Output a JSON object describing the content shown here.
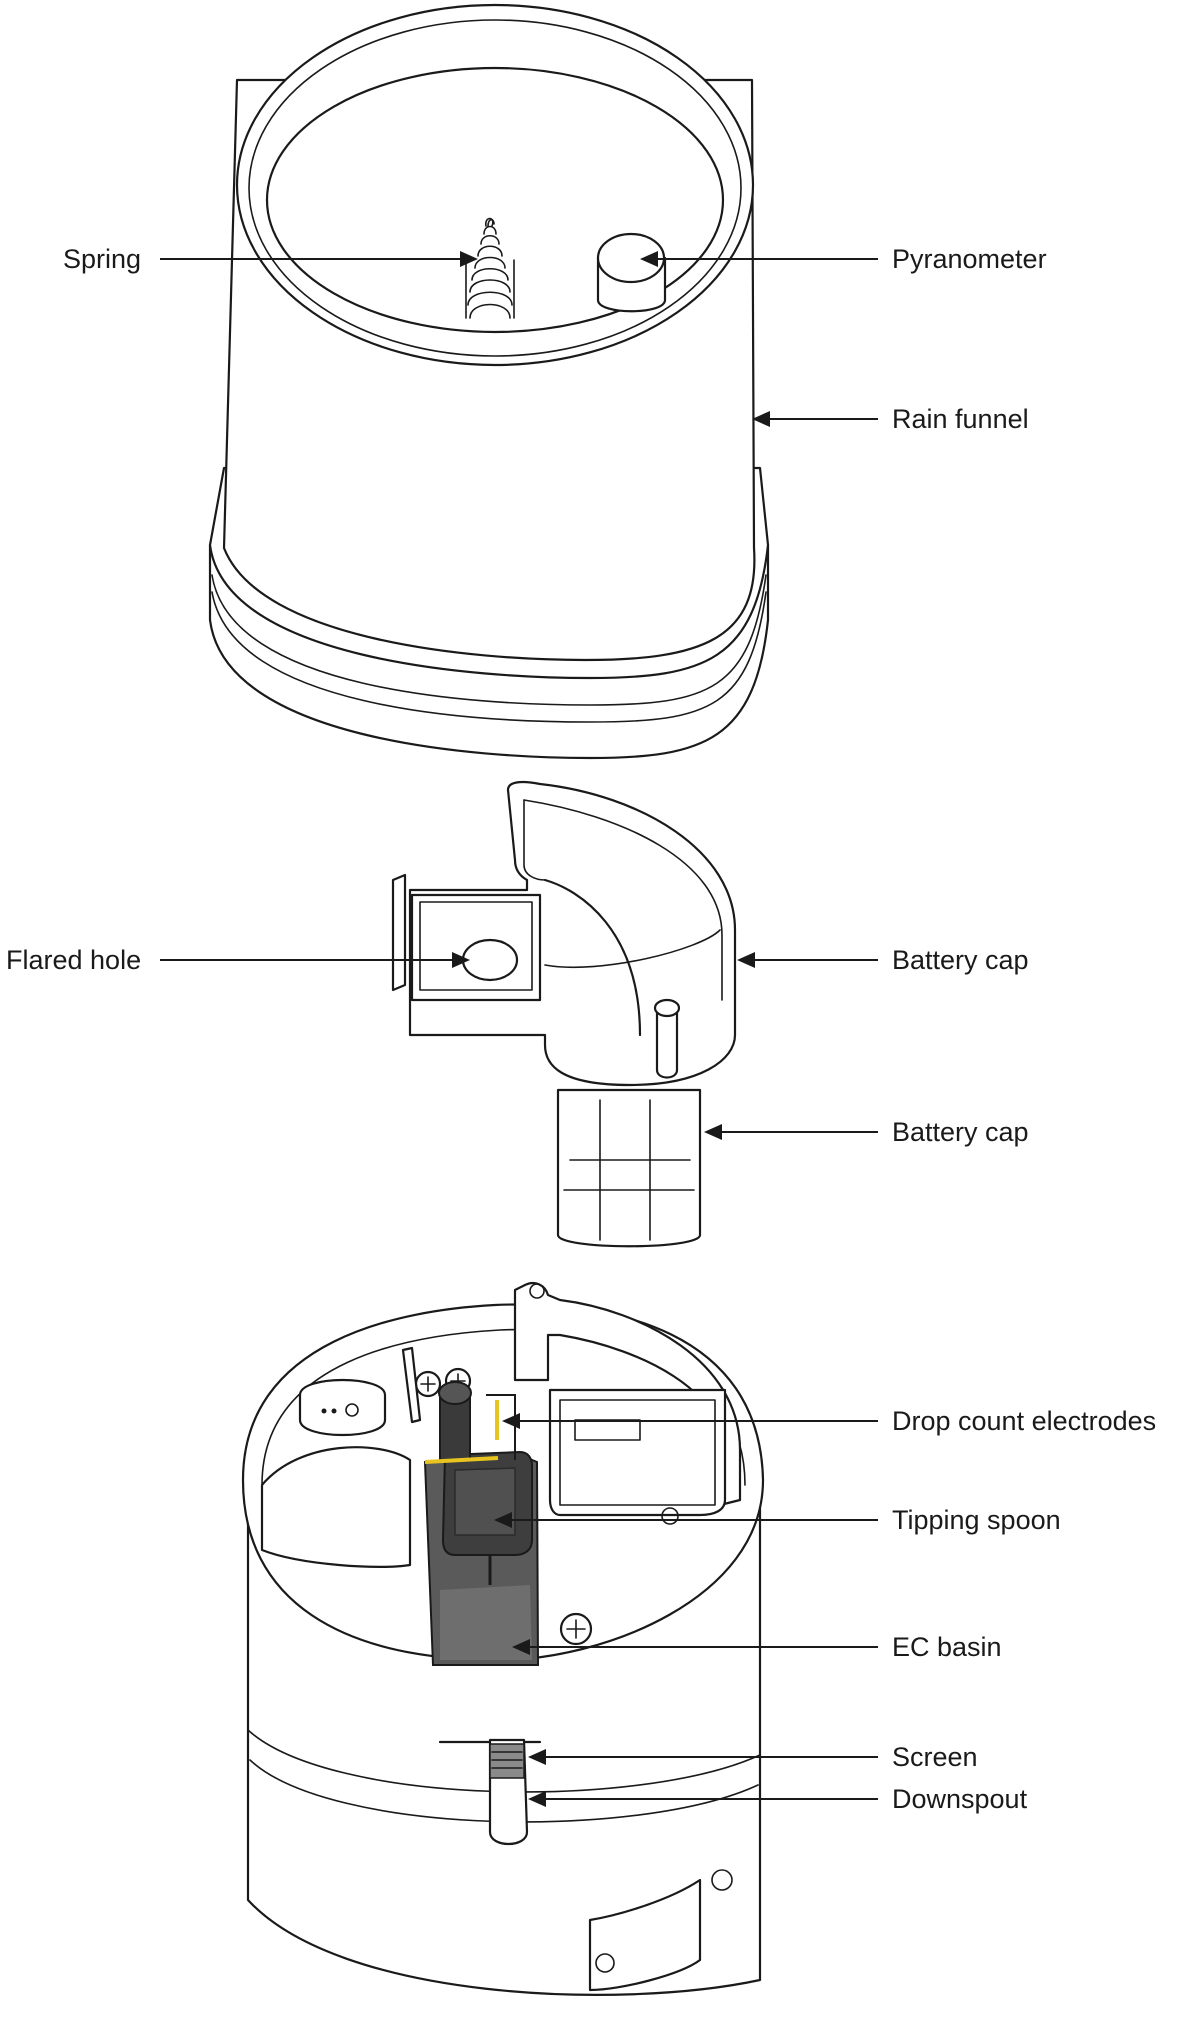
{
  "callouts": {
    "spring": "Spring",
    "pyranometer": "Pyranometer",
    "rain_funnel": "Rain funnel",
    "flared_hole": "Flared hole",
    "battery_cap_1": "Battery cap",
    "battery_cap_2": "Battery cap",
    "drop_count_electrodes": "Drop count electrodes",
    "tipping_spoon": "Tipping spoon",
    "ec_basin": "EC basin",
    "screen": "Screen",
    "downspout": "Downspout"
  },
  "colors": {
    "line": "#1a1a1a",
    "dark_part": "#4a4a4a",
    "electrode": "#e8c420"
  }
}
